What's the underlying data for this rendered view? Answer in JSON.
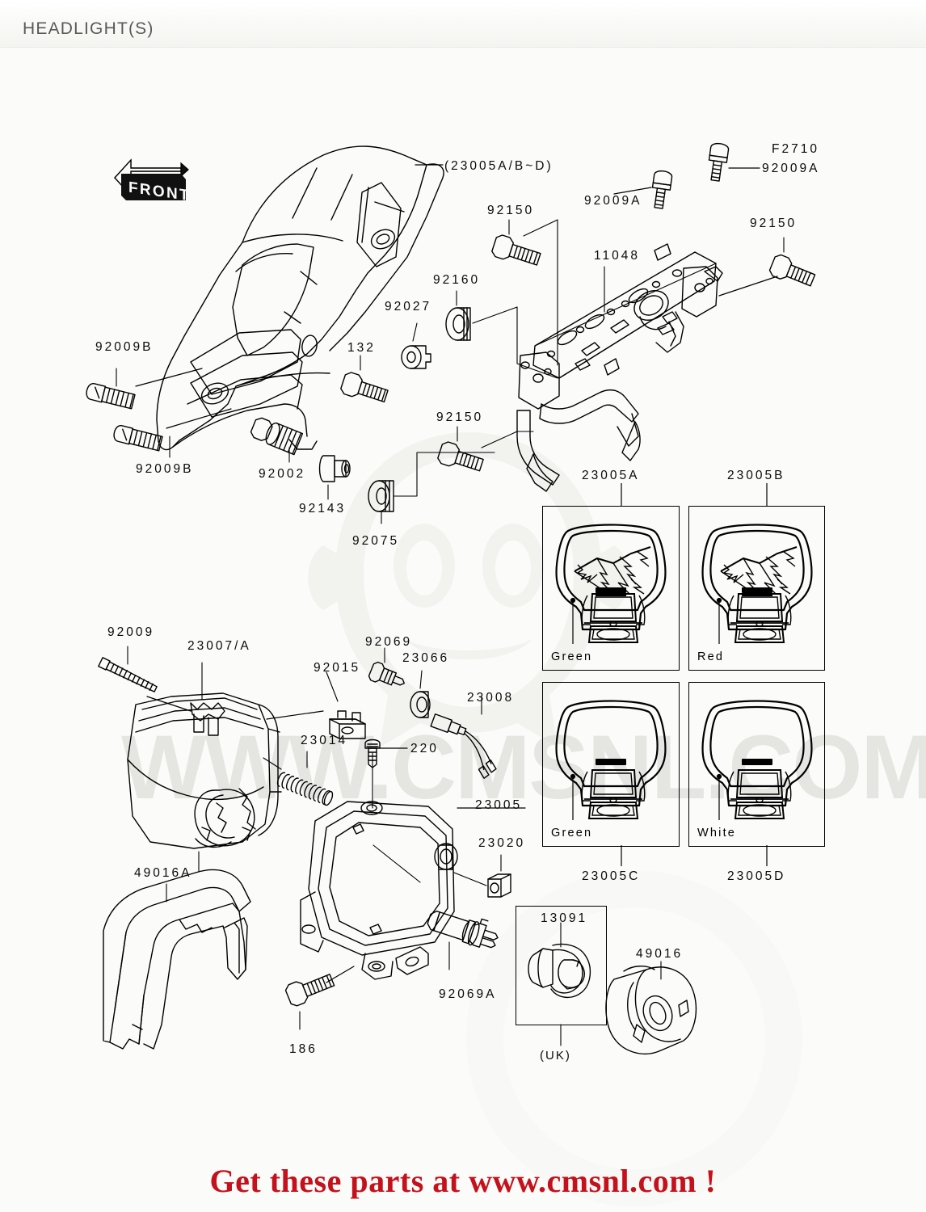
{
  "header": {
    "title": "HEADLIGHT(S)"
  },
  "diagram_ref": "F2710",
  "front_marker": "FRONT",
  "assembly_note": "(23005A/B~D)",
  "footer": "Get these parts at www.cmsnl.com !",
  "watermark": {
    "text": "WWW.CMSNL.COM"
  },
  "labels": {
    "l_92009B_top": "92009B",
    "l_92009B_bottom": "92009B",
    "l_132": "132",
    "l_92027": "92027",
    "l_92160": "92160",
    "l_92150_top": "92150",
    "l_92150_right": "92150",
    "l_92150_mid": "92150",
    "l_11048": "11048",
    "l_92009A_left": "92009A",
    "l_92009A_right": "92009A",
    "l_92002": "92002",
    "l_92143": "92143",
    "l_92075": "92075",
    "l_92009": "92009",
    "l_23007A": "23007/A",
    "l_92015": "92015",
    "l_92069": "92069",
    "l_23066": "23066",
    "l_23008": "23008",
    "l_23014": "23014",
    "l_220": "220",
    "l_23005": "23005",
    "l_23020": "23020",
    "l_49016A": "49016A",
    "l_186": "186",
    "l_92069A": "92069A",
    "l_13091": "13091",
    "l_uk": "(UK)",
    "l_49016": "49016"
  },
  "shroud_variants": [
    {
      "part": "23005A",
      "color": "Green",
      "label_position": "top",
      "style": "graphic"
    },
    {
      "part": "23005B",
      "color": "Red",
      "label_position": "top",
      "style": "graphic"
    },
    {
      "part": "23005C",
      "color": "Green",
      "label_position": "bottom",
      "style": "plain"
    },
    {
      "part": "23005D",
      "color": "White",
      "label_position": "bottom",
      "style": "plain"
    }
  ],
  "colors": {
    "line": "#000000",
    "text": "#0a0a0a",
    "title": "#5a5a5a",
    "footer": "#c4111b",
    "page_bg": "#fbfbf9",
    "watermark": "#d9d9d4"
  }
}
